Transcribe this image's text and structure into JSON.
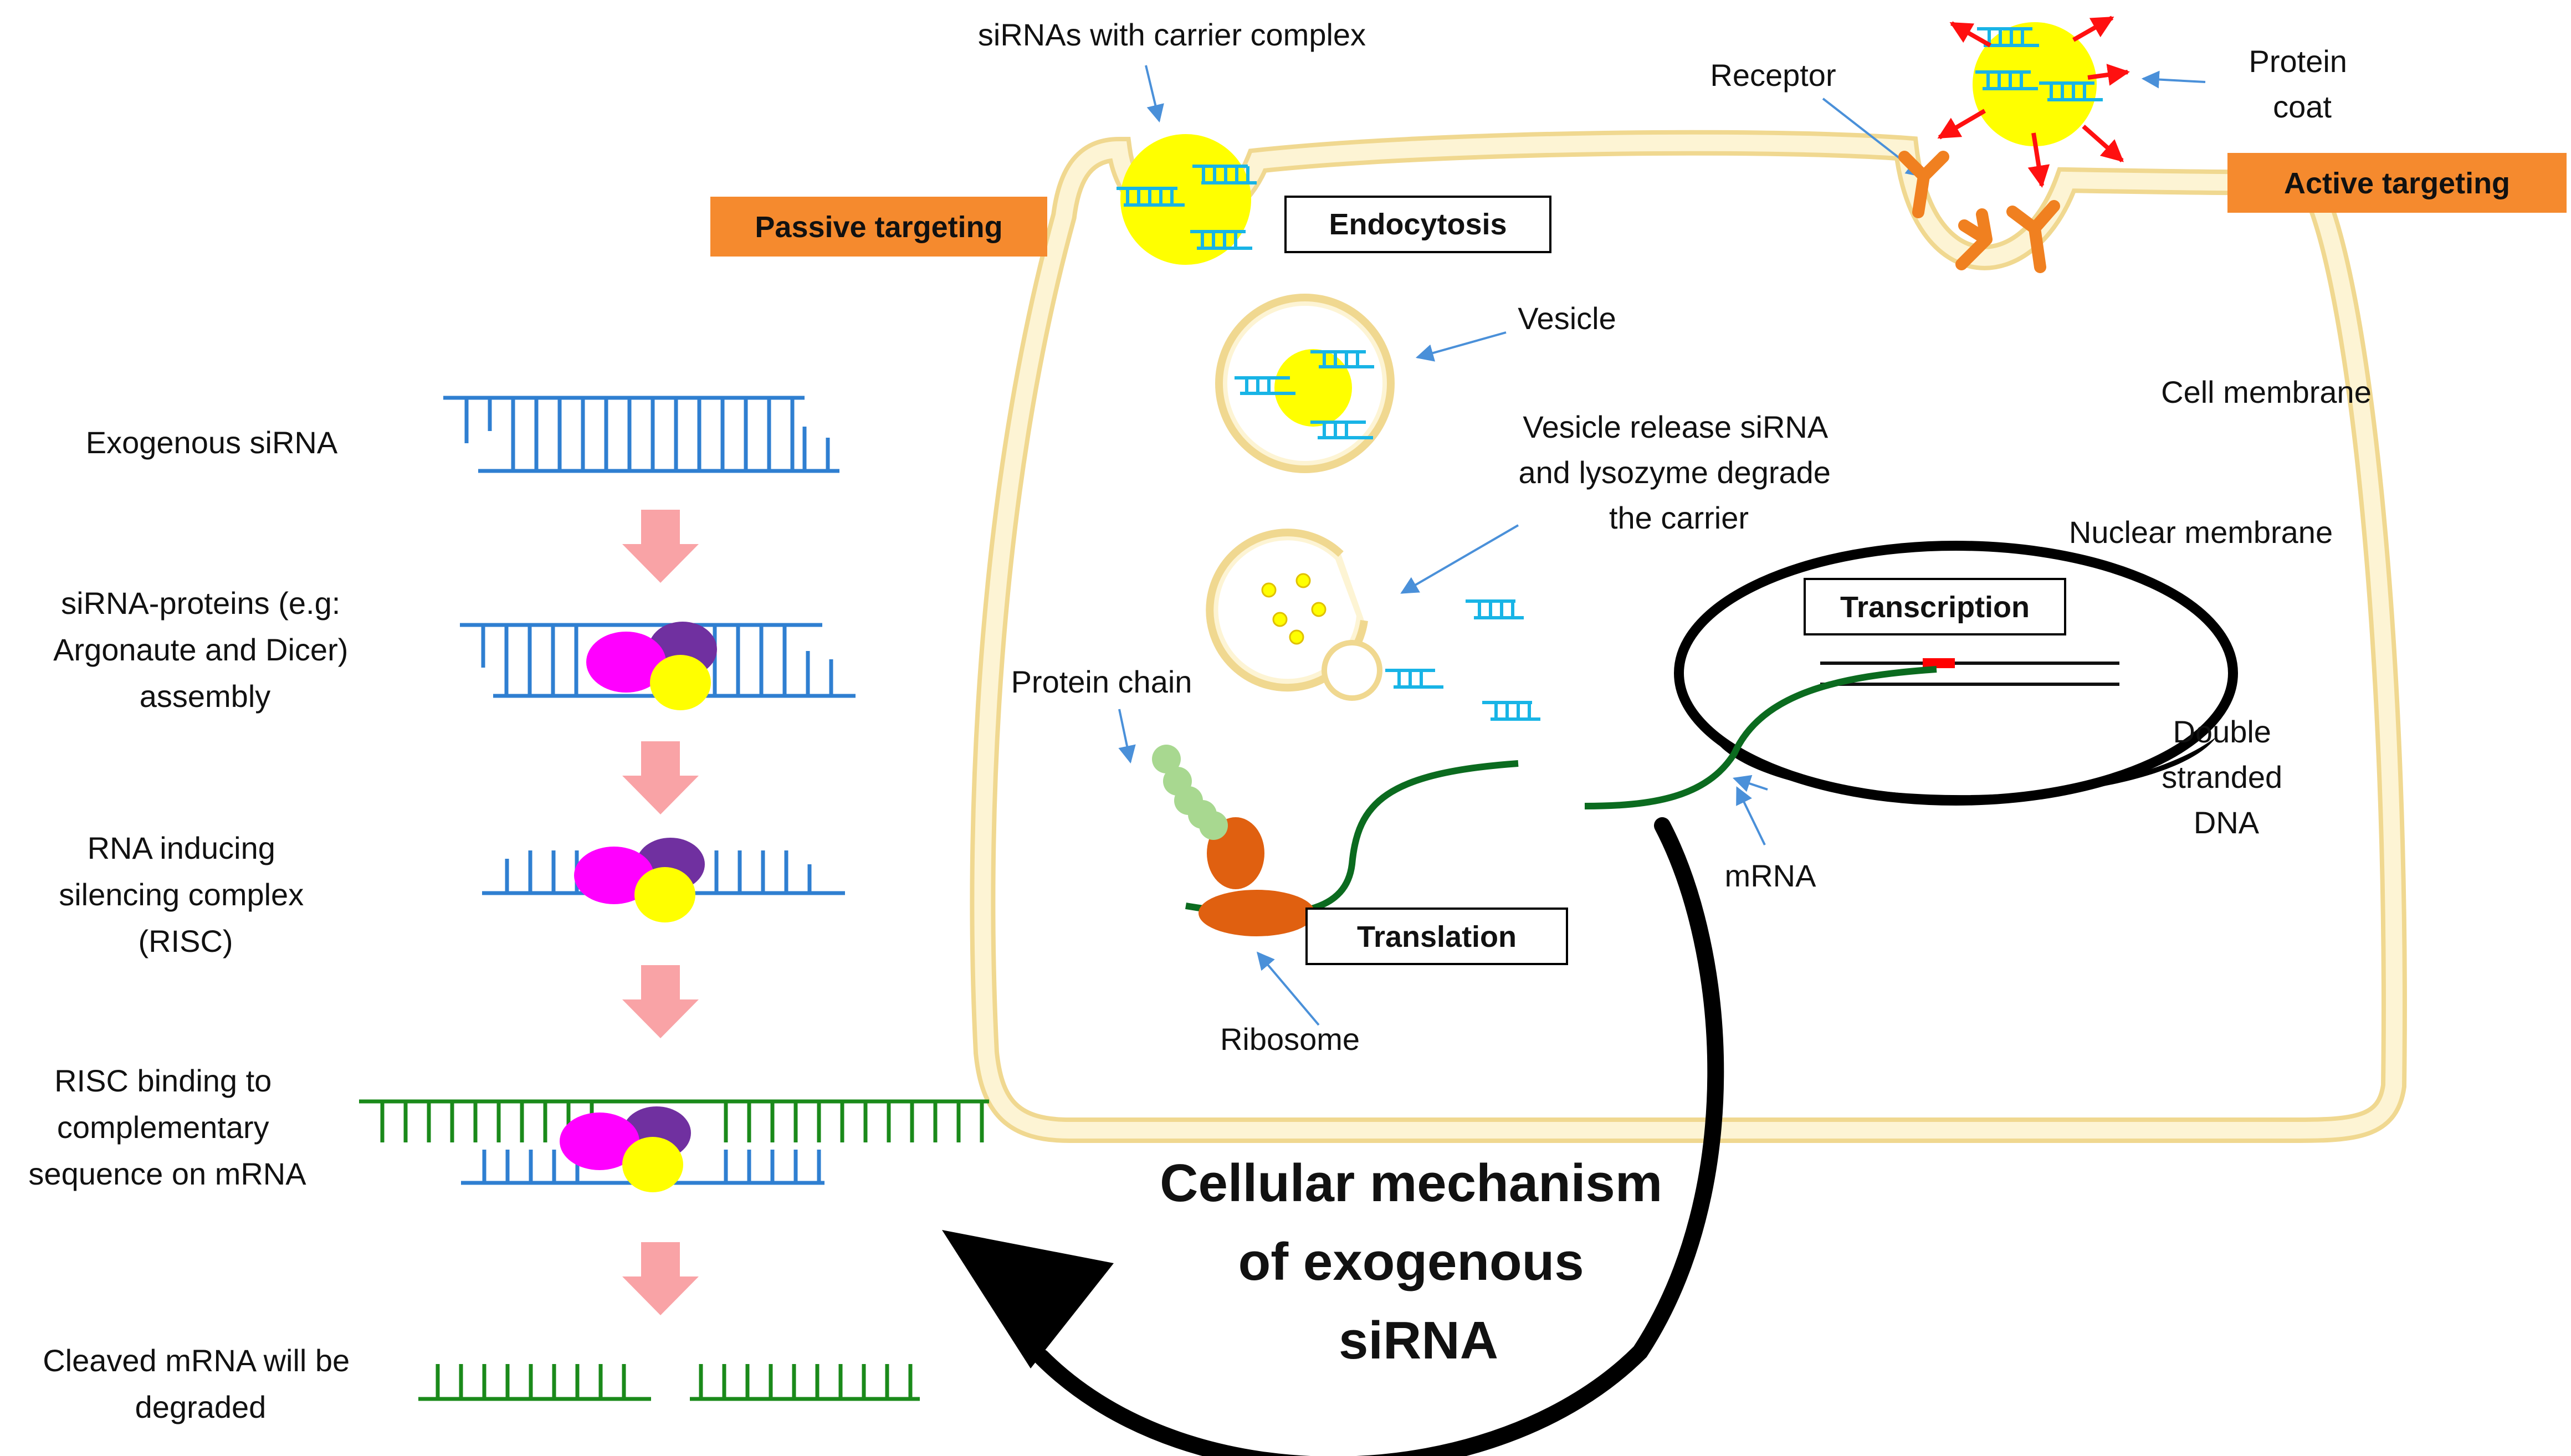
{
  "title": {
    "lines": [
      "Cellular mechanism",
      "of exogenous",
      "siRNA"
    ]
  },
  "steps": [
    {
      "lines": [
        "Exogenous siRNA"
      ]
    },
    {
      "lines": [
        "siRNA-proteins (e.g:",
        "Argonaute and Dicer)",
        "assembly"
      ]
    },
    {
      "lines": [
        "RNA inducing",
        "silencing complex",
        "(RISC)"
      ]
    },
    {
      "lines": [
        "RISC binding to",
        "complementary",
        "sequence on mRNA"
      ]
    },
    {
      "lines": [
        "Cleaved mRNA will be",
        "degraded"
      ]
    }
  ],
  "targeting": {
    "passive": "Passive targeting",
    "active": "Active targeting"
  },
  "process_boxes": {
    "endocytosis": "Endocytosis",
    "translation": "Translation",
    "transcription": "Transcription"
  },
  "labels": {
    "sirna_carrier": "siRNAs with carrier complex",
    "receptor": "Receptor",
    "protein_coat": [
      "Protein",
      "coat"
    ],
    "vesicle": "Vesicle",
    "cell_membrane": "Cell membrane",
    "vesicle_release": [
      "Vesicle release siRNA",
      "and lysozyme degrade",
      "the carrier"
    ],
    "nuclear_membrane": "Nuclear membrane",
    "protein_chain": "Protein chain",
    "double_stranded_dna": [
      "Double",
      "stranded",
      "DNA"
    ],
    "mrna": "mRNA",
    "ribosome": "Ribosome"
  },
  "colors": {
    "rna_strand": "#2f7fd1",
    "mrna_strand": "#1a8a1a",
    "mrna_line": "#0b6b1f",
    "carrier": "#ffff00",
    "sirna": "#18b4e6",
    "membrane": "#fdf1c4",
    "membrane_edge": "#f0d890",
    "targeting_box": "#f58a2e",
    "step_arrow": "#f9a3a6",
    "magenta": "#ff00ff",
    "purple": "#7030a0",
    "yellow": "#ffff00",
    "ribosome": "#e06010",
    "protein_chain": "#a8d890",
    "red_arrow": "#ff1010",
    "receptor": "#f08020",
    "pointer": "#4a90d9",
    "dna_mark": "#ff0000"
  }
}
